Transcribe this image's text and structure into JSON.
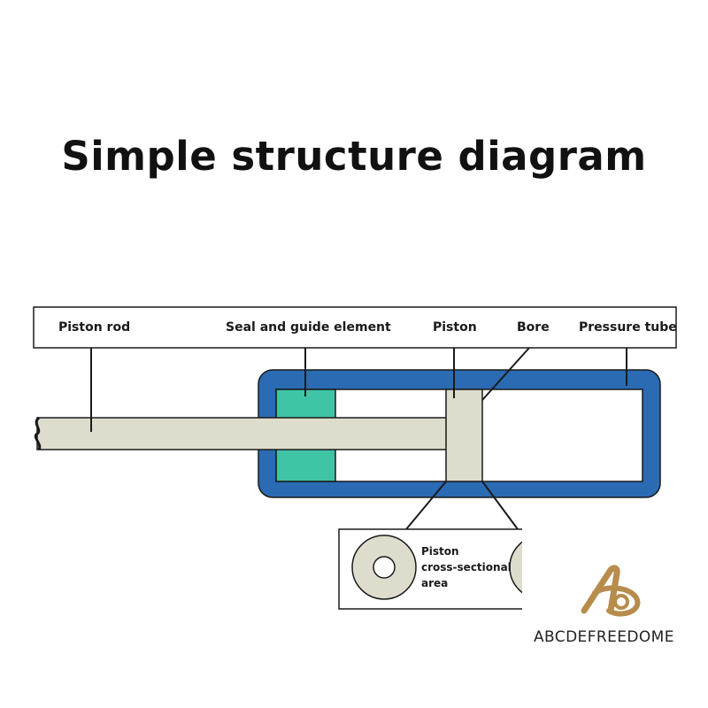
{
  "title": "Simple structure diagram",
  "labels": {
    "piston_rod": "Piston rod",
    "seal_guide": "Seal and guide element",
    "piston": "Piston",
    "bore": "Bore",
    "pressure_tube": "Pressure tube"
  },
  "inset": {
    "line1": "Piston",
    "line2": "cross-sectional",
    "line3": "area"
  },
  "watermark": {
    "text": "ABCDEFREEDOME"
  },
  "colors": {
    "tube": "#2a6bb3",
    "seal": "#3fc4a6",
    "rod": "#deddcd",
    "outline": "#1a1a1a",
    "logo": "#b78c4c"
  }
}
